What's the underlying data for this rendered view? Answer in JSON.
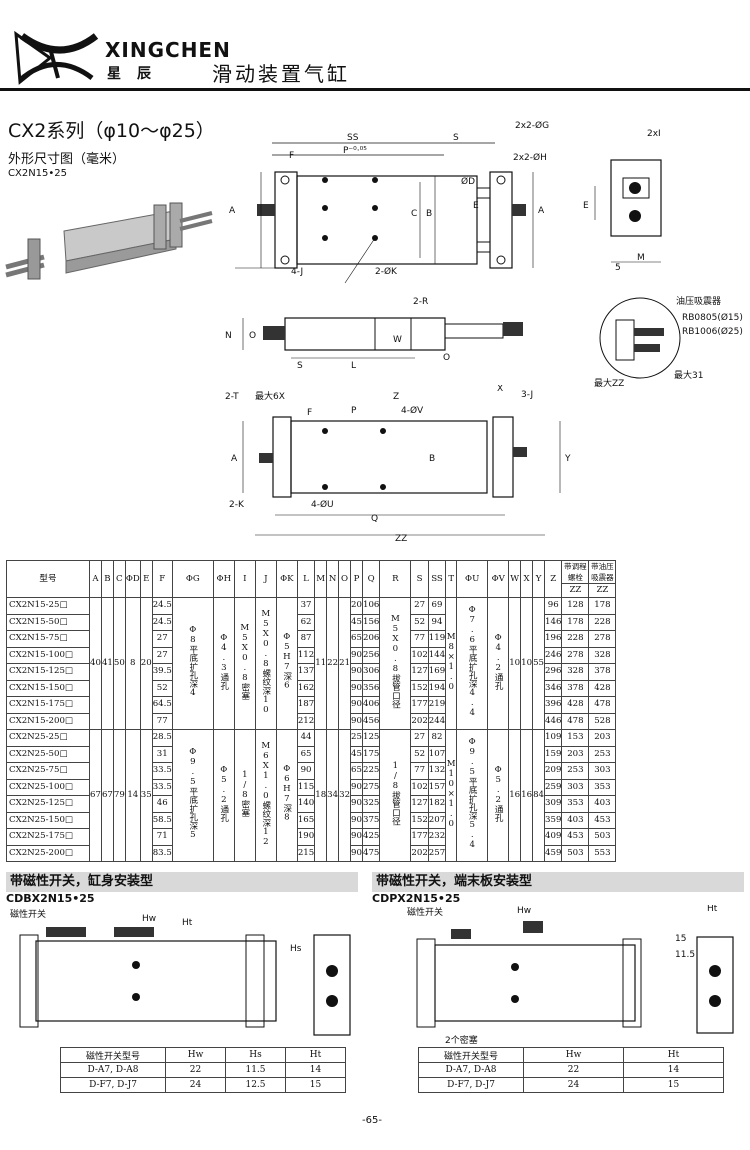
{
  "header": {
    "brand": "XINGCHEN",
    "brand_cn": "星辰",
    "title": "滑动装置气缸"
  },
  "series_title": "CX2系列（φ10～φ25）",
  "subtitle": "外形尺寸图（毫米）",
  "model_ref": "CX2N15•25",
  "drawing_labels": {
    "top": {
      "ss": "SS",
      "s": "S",
      "p": "P⁻⁰·⁰⁵",
      "f": "F",
      "g": "2x2-ØG",
      "h": "2x2-ØH",
      "d": "ØD",
      "a": "A",
      "b": "B",
      "c": "C",
      "e": "E",
      "j": "4-J",
      "k": "2-ØK",
      "i": "2xI",
      "five": "5",
      "m": "M"
    },
    "mid": {
      "r": "2-R",
      "n": "N",
      "o": "O",
      "w": "W",
      "s": "S",
      "l": "L",
      "o2": "O"
    },
    "damper": {
      "title": "油压吸震器",
      "rb1": "RB0805(Ø15)",
      "rb2": "RB1006(Ø25)",
      "zz": "最大ZZ",
      "max31": "最大31"
    },
    "bottom": {
      "t": "2-T",
      "x6": "最大6X",
      "z": "Z",
      "x": "X",
      "j3": "3-J",
      "f": "F",
      "p": "P",
      "v": "4-ØV",
      "a": "A",
      "b": "B",
      "y": "Y",
      "k": "2-K",
      "u": "4-ØU",
      "q": "Q",
      "zz": "ZZ"
    }
  },
  "table": {
    "headers": [
      "型号",
      "A",
      "B",
      "C",
      "ΦD",
      "E",
      "F",
      "ΦG",
      "ΦH",
      "I",
      "J",
      "ΦK",
      "L",
      "M",
      "N",
      "O",
      "P",
      "Q",
      "R",
      "S",
      "SS",
      "T",
      "ΦU",
      "ΦV",
      "W",
      "X",
      "Y",
      "Z"
    ],
    "extra_headers": {
      "zz1_title": "带调程螺栓",
      "zz2_title": "带油压吸震器",
      "zz_sub": "ZZ"
    },
    "group15": {
      "A": "40",
      "B": "41",
      "C": "50",
      "D": "8",
      "E": "20",
      "G": "Φ8平底扩孔深4",
      "H": "Φ4.3通孔",
      "I": "M5X0.8密塞",
      "J": "M5X0.8螺纹深10",
      "K": "Φ5H7深6",
      "M": "11",
      "N": "22",
      "O": "21",
      "R": "M5X0.8拔管口径",
      "T": "M8×1.0",
      "U": "Φ7.6平底扩孔深4.4",
      "V": "Φ4.2通孔",
      "W": "10",
      "X": "10",
      "Y": "55"
    },
    "group25": {
      "A": "67",
      "B": "67",
      "C": "79",
      "D": "14",
      "E": "35",
      "G": "Φ9.5平底扩孔深5",
      "H": "Φ5.2通孔",
      "I": "1/8密塞",
      "J": "M6X1.0螺纹深12",
      "K": "Φ6H7深8",
      "M": "18",
      "N": "34",
      "O": "32",
      "R": "1/8拔管口径",
      "T": "M10×1.0",
      "U": "Φ9.5平底扩孔深5.4",
      "V": "Φ5.2通孔",
      "W": "16",
      "X": "16",
      "Y": "84"
    },
    "rows15": [
      {
        "model": "CX2N15-25□",
        "F": "24.5",
        "L": "37",
        "P": "20",
        "Q": "106",
        "S": "27",
        "SS": "69",
        "Z": "96",
        "ZZ1": "128",
        "ZZ2": "178"
      },
      {
        "model": "CX2N15-50□",
        "F": "24.5",
        "L": "62",
        "P": "45",
        "Q": "156",
        "S": "52",
        "SS": "94",
        "Z": "146",
        "ZZ1": "178",
        "ZZ2": "228"
      },
      {
        "model": "CX2N15-75□",
        "F": "27",
        "L": "87",
        "P": "65",
        "Q": "206",
        "S": "77",
        "SS": "119",
        "Z": "196",
        "ZZ1": "228",
        "ZZ2": "278"
      },
      {
        "model": "CX2N15-100□",
        "F": "27",
        "L": "112",
        "P": "90",
        "Q": "256",
        "S": "102",
        "SS": "144",
        "Z": "246",
        "ZZ1": "278",
        "ZZ2": "328"
      },
      {
        "model": "CX2N15-125□",
        "F": "39.5",
        "L": "137",
        "P": "90",
        "Q": "306",
        "S": "127",
        "SS": "169",
        "Z": "296",
        "ZZ1": "328",
        "ZZ2": "378"
      },
      {
        "model": "CX2N15-150□",
        "F": "52",
        "L": "162",
        "P": "90",
        "Q": "356",
        "S": "152",
        "SS": "194",
        "Z": "346",
        "ZZ1": "378",
        "ZZ2": "428"
      },
      {
        "model": "CX2N15-175□",
        "F": "64.5",
        "L": "187",
        "P": "90",
        "Q": "406",
        "S": "177",
        "SS": "219",
        "Z": "396",
        "ZZ1": "428",
        "ZZ2": "478"
      },
      {
        "model": "CX2N15-200□",
        "F": "77",
        "L": "212",
        "P": "90",
        "Q": "456",
        "S": "202",
        "SS": "244",
        "Z": "446",
        "ZZ1": "478",
        "ZZ2": "528"
      }
    ],
    "rows25": [
      {
        "model": "CX2N25-25□",
        "F": "28.5",
        "L": "44",
        "P": "25",
        "Q": "125",
        "S": "27",
        "SS": "82",
        "Z": "109",
        "ZZ1": "153",
        "ZZ2": "203"
      },
      {
        "model": "CX2N25-50□",
        "F": "31",
        "L": "65",
        "P": "45",
        "Q": "175",
        "S": "52",
        "SS": "107",
        "Z": "159",
        "ZZ1": "203",
        "ZZ2": "253"
      },
      {
        "model": "CX2N25-75□",
        "F": "33.5",
        "L": "90",
        "P": "65",
        "Q": "225",
        "S": "77",
        "SS": "132",
        "Z": "209",
        "ZZ1": "253",
        "ZZ2": "303"
      },
      {
        "model": "CX2N25-100□",
        "F": "33.5",
        "L": "115",
        "P": "90",
        "Q": "275",
        "S": "102",
        "SS": "157",
        "Z": "259",
        "ZZ1": "303",
        "ZZ2": "353"
      },
      {
        "model": "CX2N25-125□",
        "F": "46",
        "L": "140",
        "P": "90",
        "Q": "325",
        "S": "127",
        "SS": "182",
        "Z": "309",
        "ZZ1": "353",
        "ZZ2": "403"
      },
      {
        "model": "CX2N25-150□",
        "F": "58.5",
        "L": "165",
        "P": "90",
        "Q": "375",
        "S": "152",
        "SS": "207",
        "Z": "359",
        "ZZ1": "403",
        "ZZ2": "453"
      },
      {
        "model": "CX2N25-175□",
        "F": "71",
        "L": "190",
        "P": "90",
        "Q": "425",
        "S": "177",
        "SS": "232",
        "Z": "409",
        "ZZ1": "453",
        "ZZ2": "503"
      },
      {
        "model": "CX2N25-200□",
        "F": "83.5",
        "L": "215",
        "P": "90",
        "Q": "475",
        "S": "202",
        "SS": "257",
        "Z": "459",
        "ZZ1": "503",
        "ZZ2": "553"
      }
    ]
  },
  "section_left": {
    "title": "带磁性开关，缸身安装型",
    "code": "CDBX2N15•25",
    "switch_label": "磁性开关",
    "hw": "Hw",
    "ht": "Ht",
    "hs": "Hs",
    "table_headers": [
      "磁性开关型号",
      "Hw",
      "Hs",
      "Ht"
    ],
    "rows": [
      [
        "D-A7, D-A8",
        "22",
        "11.5",
        "14"
      ],
      [
        "D-F7, D-J7",
        "24",
        "12.5",
        "15"
      ]
    ]
  },
  "section_right": {
    "title": "带磁性开关，端末板安装型",
    "code": "CDPX2N15•25",
    "switch_label": "磁性开关",
    "hw": "Hw",
    "ht": "Ht",
    "v1": "15",
    "v2": "11.5",
    "plug": "2个密塞",
    "table_headers": [
      "磁性开关型号",
      "Hw",
      "Ht"
    ],
    "rows": [
      [
        "D-A7, D-A8",
        "22",
        "14"
      ],
      [
        "D-F7, D-J7",
        "24",
        "15"
      ]
    ]
  },
  "page_number": "-65-"
}
